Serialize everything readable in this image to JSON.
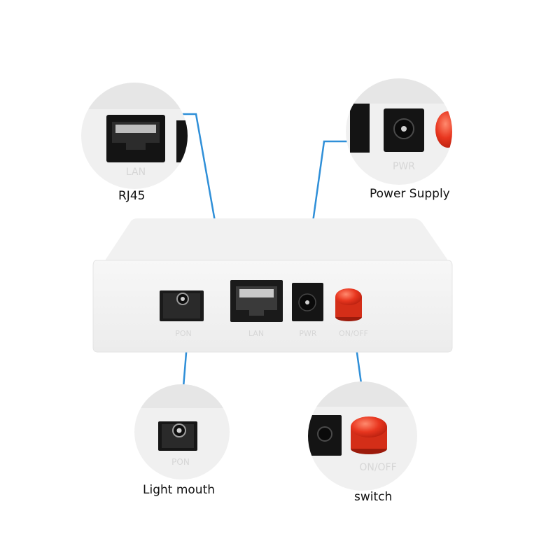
{
  "callouts": {
    "rj45": {
      "caption": "RJ45",
      "port_text": "LAN"
    },
    "power": {
      "caption": "Power Supply",
      "port_text": "PWR"
    },
    "light": {
      "caption": "Light mouth",
      "port_text": "PON"
    },
    "switch": {
      "caption": "switch",
      "port_text": "ON/OFF"
    }
  },
  "device": {
    "port_texts": {
      "pon": "PON",
      "lan": "LAN",
      "pwr": "PWR",
      "onoff": "ON/OFF"
    }
  },
  "colors": {
    "leader_line": "#2f8fd8",
    "button_red": "#e8361f",
    "body": "#f3f3f3",
    "port": "#1a1a1a"
  }
}
